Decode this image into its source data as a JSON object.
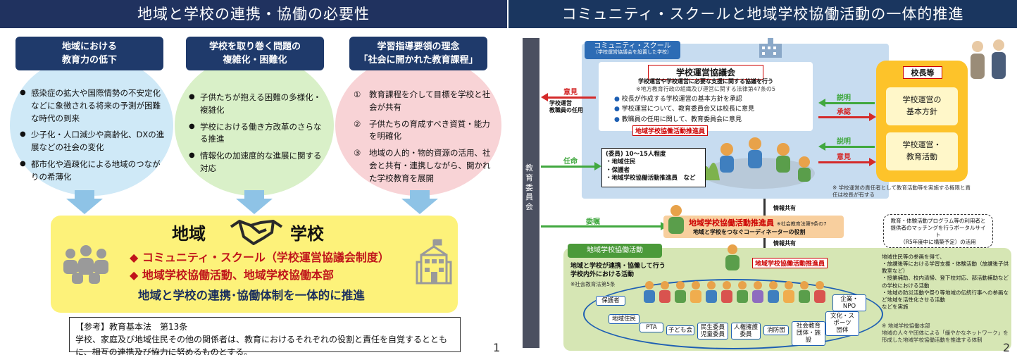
{
  "slide1": {
    "title": "地域と学校の連携・協働の必要性",
    "columns": [
      {
        "heading": "地域における\n教育力の低下",
        "bullets": [
          "感染症の拡大や国際情勢の不安定化などに象徴される将来の予測が困難な時代の到来",
          "少子化・人口減少や高齢化、DXの進展などの社会の変化",
          "都市化や過疎化による地域のつながりの希薄化"
        ],
        "color": "#cfe9f7"
      },
      {
        "heading": "学校を取り巻く問題の\n複雑化・困難化",
        "bullets": [
          "子供たちが抱える困難の多様化・複雑化",
          "学校における働き方改革のさらなる推進",
          "情報化の加速度的な進展に関する対応"
        ],
        "color": "#d9f0c8"
      },
      {
        "heading": "学習指導要領の理念\n「社会に開かれた教育課程」",
        "items": [
          {
            "num": "①",
            "text": "教育課程を介して目標を学校と社会が共有"
          },
          {
            "num": "②",
            "text": "子供たちの育成すべき資質・能力を明確化"
          },
          {
            "num": "③",
            "text": "地域の人的・物的資源の活用、社会と共有・連携しながら、開かれた学校教育を展開"
          }
        ],
        "color": "#f8d3d6"
      }
    ],
    "center": {
      "left_word": "地域",
      "right_word": "学校",
      "line1": "◆ コミュニティ・スクール（学校運営協議会制度）",
      "line2": "◆ 地域学校協働活動、地域学校協働本部",
      "line3": "地域と学校の連携･協働体制を一体的に推進"
    },
    "reference": {
      "title": "【参考】教育基本法　第13条",
      "text": "学校、家庭及び地域住民その他の関係者は、教育におけるそれぞれの役割と責任を自覚するとともに、相互の連携及び協力に努めるものとする。"
    },
    "page_num": "1"
  },
  "slide2": {
    "title": "コミュニティ・スクールと地域学校協働活動の一体的推進",
    "board": "教育委員会",
    "cs_tab": "コミュニティ・スクール",
    "cs_tab_sub": "（学校運営協議会を設置した学校）",
    "council_title": "学校運営協議会",
    "council_sub1": "学校運営や学校運営に必要な支援に関する協議を行う",
    "council_sub2": "※地方教育行政の組織及び運営に関する法律第47条の5",
    "council_points": [
      "校長が作成する学校運営の基本方針を承認",
      "学校運営について、教育委員会又は校長に意見",
      "教職員の任用に関して、教育委員会に意見"
    ],
    "promoter_red": "地域学校協働活動推進員",
    "members_title": "(委員) 10～15人程度",
    "members": [
      "・地域住民",
      "・保護者",
      "・地域学校協働活動推進員　など"
    ],
    "principal": "校長等",
    "principal_box1": "学校運営の\n基本方針",
    "principal_box2": "学校運営・\n教育活動",
    "principal_note": "※ 学校運営の責任者として教育活動等を実施する権限と責任は校長が有する",
    "arrows": {
      "iken_top": "意見",
      "ninyo_label": "学校運営\n教職員の任用",
      "setsumei1": "説明",
      "shonin": "承認",
      "setsumei2": "説明",
      "iken_right": "意見",
      "ninmei": "任命",
      "ishoku": "委嘱",
      "johokyoyu1": "情報共有",
      "johokyoyu2": "情報共有"
    },
    "coordinator_title": "地域学校協働活動推進員",
    "coordinator_note": "※社会教育法第9条の7",
    "coordinator_sub": "地域と学校をつなぐコーディネーターの役割",
    "portal_note": "教育・体験活動プログラム等の利用者と提供者のマッチングを行うポータルサイト",
    "portal_note2": "（R5年度中に構築予定）の活用",
    "activity_tab": "地域学校協働活動",
    "activity_desc": "地域と学校が連携・協働して行う\n学校内外における活動",
    "activity_law": "※社会教育法第5条",
    "promoter_red2": "地域学校協働活動推進員",
    "chips": [
      "保護者",
      "地域住民",
      "PTA",
      "子ども会",
      "民生委員\n児童委員",
      "人権擁護\n委員",
      "消防団",
      "社会教育\n団体・施設",
      "文化・スポーツ\n団体",
      "企業・NPO"
    ],
    "right_text": "地域住民等の参画を得て、\n・放課後等における学習支援・体験活動（放課後子供教室など）\n・授業補助、校内清掃、登下校対応、部活動補助などの学校における活動\n・地域の防災活動や祭り等地域の伝統行事への参画など地域を活性化させる活動\nなどを実施",
    "right_note": "※ 地域学校協働本部\n地域の人々や団体による「緩やかなネットワーク」を形成した地域学校協働活動を推進する体制",
    "page_num": "2"
  }
}
